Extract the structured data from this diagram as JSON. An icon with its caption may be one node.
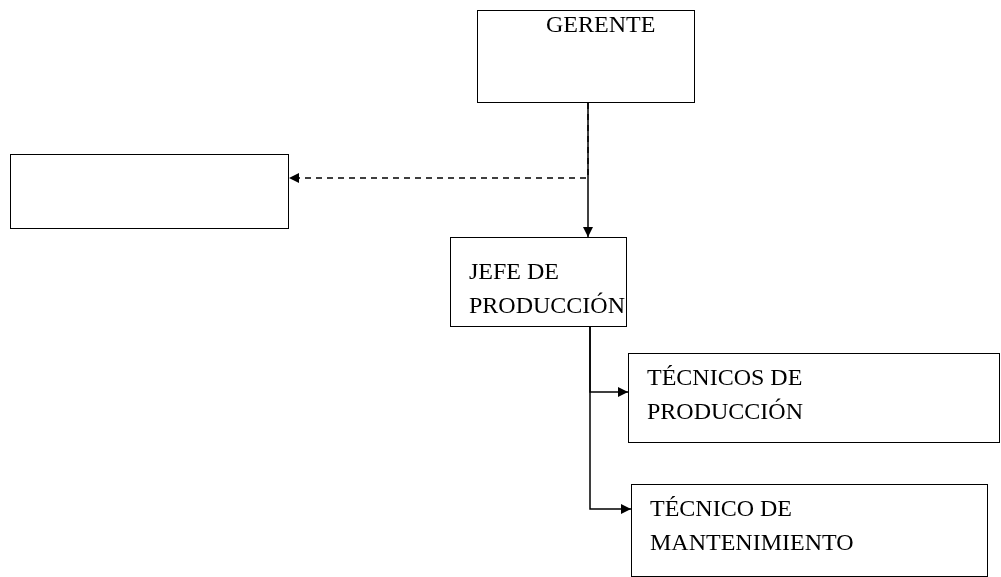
{
  "diagram": {
    "nodes": [
      {
        "text": [
          "GERENTE"
        ]
      },
      {
        "text": [],
        "shape": "box"
      },
      {
        "text": [
          "JEFE DE PRODUCCIÓN"
        ]
      },
      {
        "text": [
          "TÉCNICOS DE PRODUCCIÓN"
        ]
      },
      {
        "text": [
          "TÉCNICO DE MANTENIMIENTO"
        ]
      }
    ],
    "edges": [
      {
        "from": 0,
        "to": 2,
        "arrow": "to"
      },
      {
        "from": 0,
        "to": 1,
        "arrow": "to",
        "style": "dashed"
      },
      {
        "from": 2,
        "to": 3,
        "arrow": "to"
      },
      {
        "from": 2,
        "to": 4,
        "arrow": "to"
      }
    ]
  }
}
